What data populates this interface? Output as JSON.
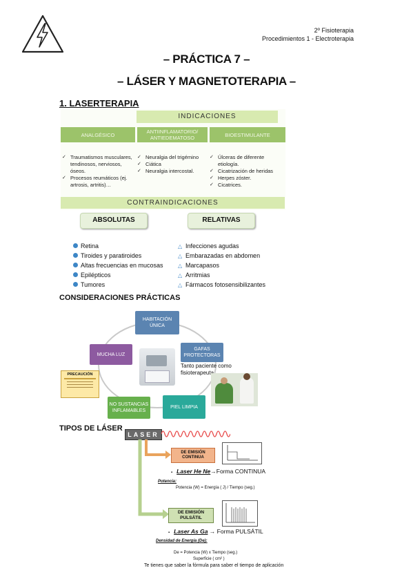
{
  "header": {
    "course": "2º Fisioterapia",
    "subject": "Procedimientos 1 - Electroterapia",
    "icon": "lightning-triangle-icon"
  },
  "title": {
    "line1": "– PRÁCTICA 7 –",
    "line2": "– LÁSER Y MAGNETOTERAPIA –"
  },
  "laserterapia": {
    "heading": "1. LASERTERAPIA",
    "indications_label": "INDICACIONES",
    "columns": [
      {
        "head": "ANALGÉSICO",
        "items": [
          "Traumatismos musculares, tendinosos, nerviosos, óseos.",
          "Procesos reumáticos (ej. artrosis, artritis)…"
        ]
      },
      {
        "head": "ANTIINFLAMATORIO/ ANTIEDEMATOSO",
        "items": [
          "Neuralgia del trigémino",
          "Ciática",
          "Neuralgia intercostal."
        ]
      },
      {
        "head": "BIOESTIMULANTE",
        "items": [
          "Úlceras de diferente etiología.",
          "Cicatrización de heridas",
          "Herpes zóster.",
          "Cicatrices."
        ]
      }
    ],
    "contraindications_label": "CONTRAINDICACIONES",
    "absolute_label": "ABSOLUTAS",
    "relative_label": "RELATIVAS",
    "absolute_items": [
      "Retina",
      "Tiroides y paratiroides",
      "Altas frecuencias en mucosas",
      "Epilépticos",
      "Tumores"
    ],
    "relative_items": [
      "Infecciones agudas",
      "Embarazadas en abdomen",
      "Marcapasos",
      "Arritmias",
      "Fármacos fotosensibilizantes"
    ]
  },
  "considerations": {
    "heading": "CONSIDERACIONES PRÁCTICAS",
    "nodes": {
      "habitacion": "HABITACIÓN ÚNICA",
      "gafas": "GAFAS PROTECTORAS",
      "piel": "PIEL LIMPIA",
      "sustancias": "NO SUSTANCIAS INFLAMABLES",
      "luz": "MUCHA LUZ"
    },
    "note": "Tanto paciente como fisioterapeuta",
    "caution_title": "PRECAUCIÓN",
    "colors": {
      "blue": "#5b84b1",
      "purple": "#8d5aa0",
      "teal": "#2aa99a",
      "green": "#67b04c"
    }
  },
  "laser_types": {
    "heading": "TIPOS DE LÁSER",
    "laser_label": "LASER",
    "continuous_label": "DE EMISIÓN CONTINUA",
    "continuous_text_a": "Laser He Ne",
    "continuous_text_b": "Forma CONTINUA",
    "potencia_label": "Potencia:",
    "potencia_formula": "Potencia (W) = Energía ( J) / Tiempo (seg.)",
    "pulsed_label": "DE EMISIÓN PULSÁTIL",
    "pulsed_text_a": "Laser As Ga",
    "pulsed_text_b": "Forma PULSÁTIL",
    "densidad_label": "Densidad de Energía (De):",
    "densidad_formula_num": "De = Potencia (W) x Tiempo (seg.)",
    "densidad_formula_den": "Superficie ( cm² )",
    "footer_note": "Te tienes que saber la fórmula para saber el tiempo de aplicación"
  }
}
